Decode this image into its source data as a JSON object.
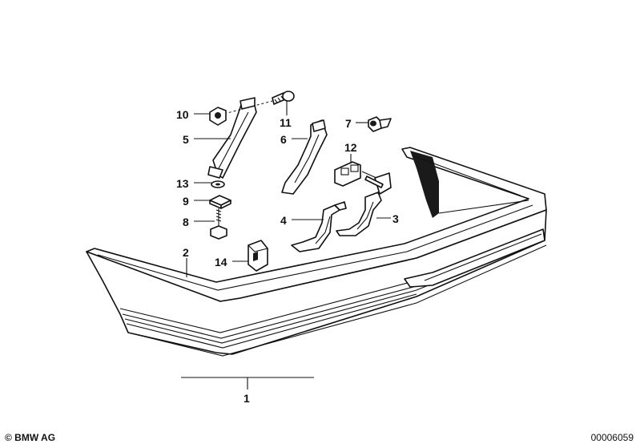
{
  "labels": {
    "p1": "1",
    "p2": "2",
    "p3": "3",
    "p4": "4",
    "p5": "5",
    "p6": "6",
    "p7": "7",
    "p8": "8",
    "p9": "9",
    "p10": "10",
    "p11": "11",
    "p12": "12",
    "p13": "13",
    "p14": "14"
  },
  "footer": {
    "copyright": "© BMW AG",
    "doc_number": "00006059"
  }
}
